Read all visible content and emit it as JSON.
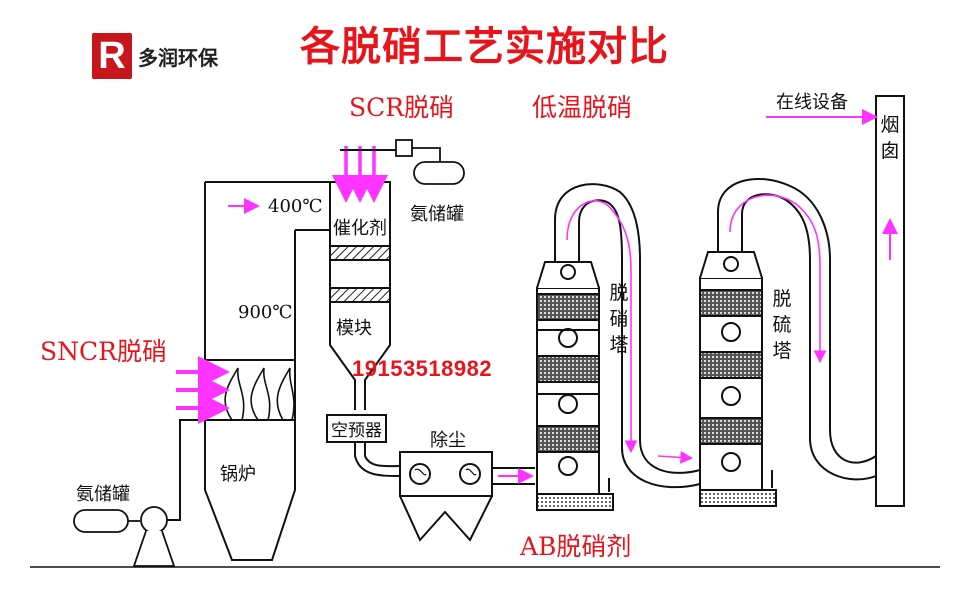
{
  "header": {
    "logo_letter": "R",
    "logo_text": "多润环保",
    "title": "各脱硝工艺实施对比"
  },
  "labels": {
    "scr": "SCR脱硝",
    "low_temp": "低温脱硝",
    "sncr": "SNCR脱硝",
    "ab_agent": "AB脱硝剂",
    "online_equipment": "在线设备",
    "chimney": "烟囱",
    "temp_400": "400℃",
    "temp_900": "900℃",
    "catalyst": "催化剂",
    "module": "模块",
    "ammonia_tank_top": "氨储罐",
    "ammonia_tank_bottom": "氨储罐",
    "air_preheater": "空预器",
    "dust_removal": "除尘",
    "boiler": "锅炉",
    "denitration_tower": "脱硝塔",
    "desulfurization_tower": "脱硫塔",
    "phone": "19153518982"
  },
  "colors": {
    "accent_red": "#e8141c",
    "arrow_magenta": "#ff33ff",
    "line": "#111111",
    "logo_red": "#c8161d"
  }
}
